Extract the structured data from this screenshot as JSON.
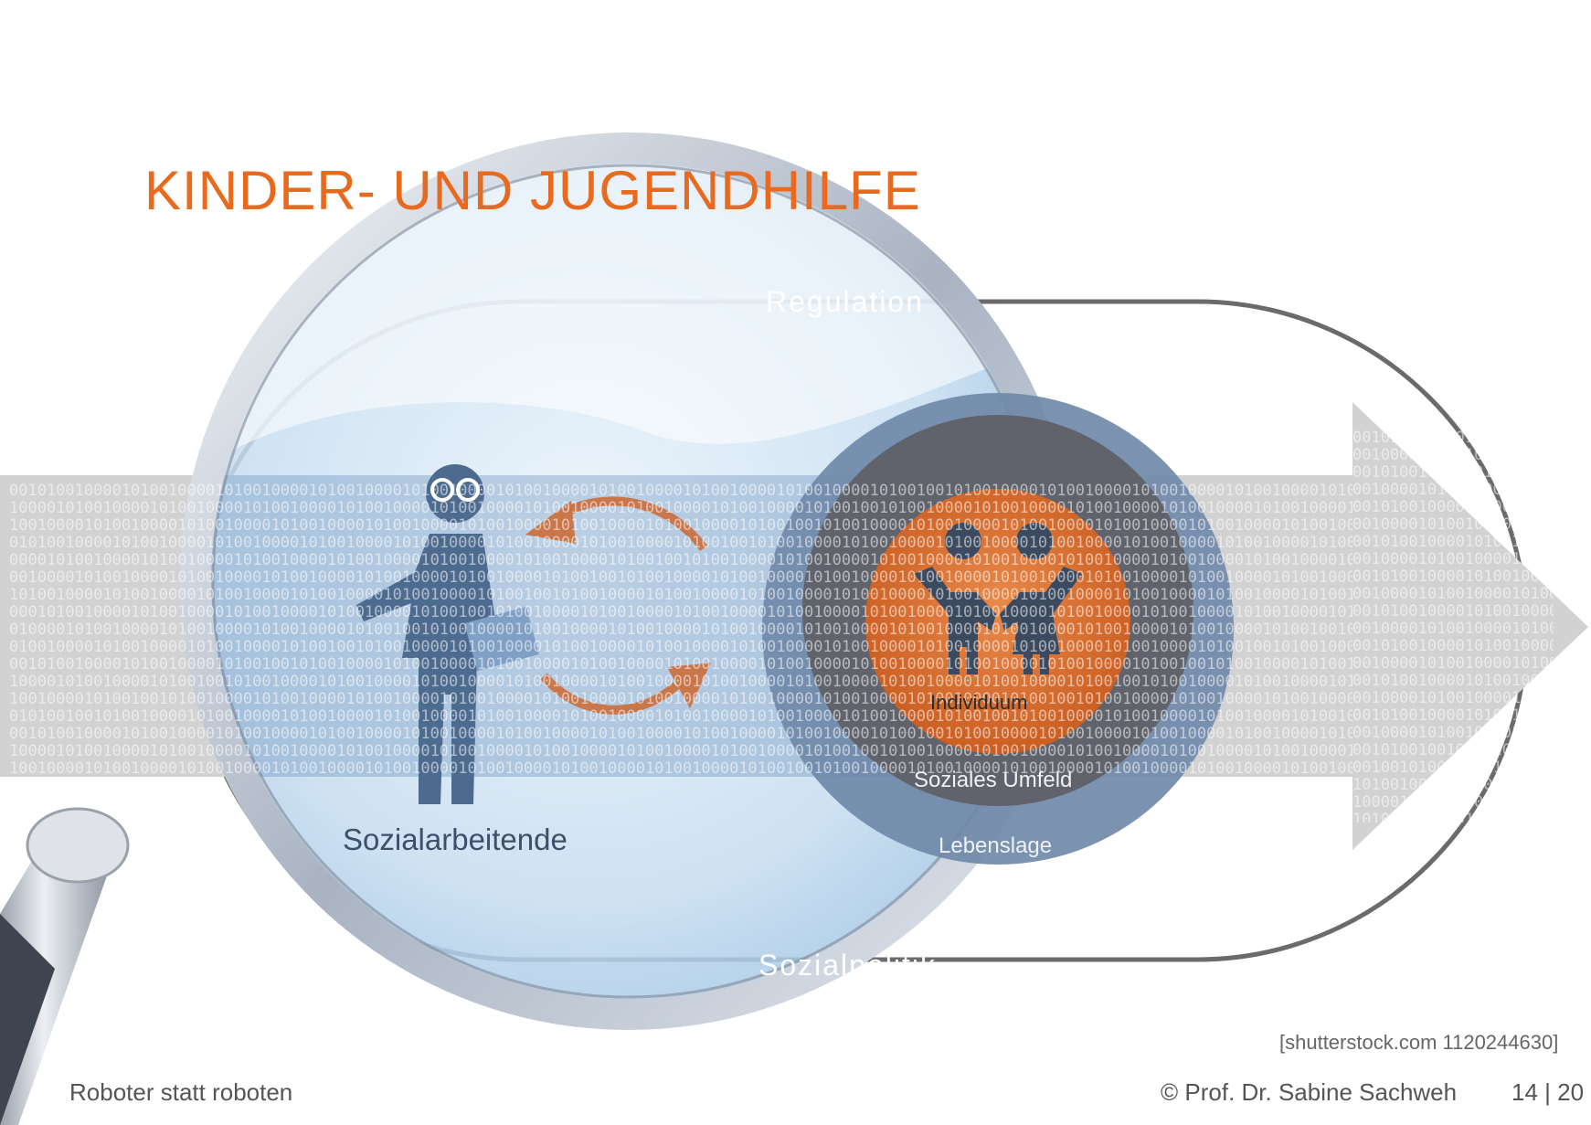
{
  "slide": {
    "title": "KINDER- UND JUGENDHILFE",
    "footer_left": "Roboter statt roboten",
    "footer_right": "© Prof. Dr. Sabine Sachweh",
    "page_number": "14 | 20",
    "image_credit": "[shutterstock.com 1120244630]"
  },
  "diagram": {
    "outer_top_label": "Regulation",
    "outer_bottom_label": "Sozialpolitik",
    "person_label": "Sozialarbeitende",
    "circle_inner": "Individuum",
    "circle_middle": "Soziales Umfeld",
    "circle_outer": "Lebenslage",
    "binary_pattern": "00101001000010100100001010010000101001000010100100001010010000101001000010100100001010010000101001",
    "colors": {
      "title_orange": "#e76a1e",
      "circle_orange": "#d96a2a",
      "circle_gray": "#5f6068",
      "circle_blue": "#7089a9",
      "arrow_gray": "#cfcfcf",
      "person_blue": "#4d6a8f"
    },
    "icons": [
      "magnifying-glass-icon",
      "social-worker-icon",
      "children-icon",
      "exchange-arrows-icon",
      "binary-arrow-icon"
    ]
  }
}
